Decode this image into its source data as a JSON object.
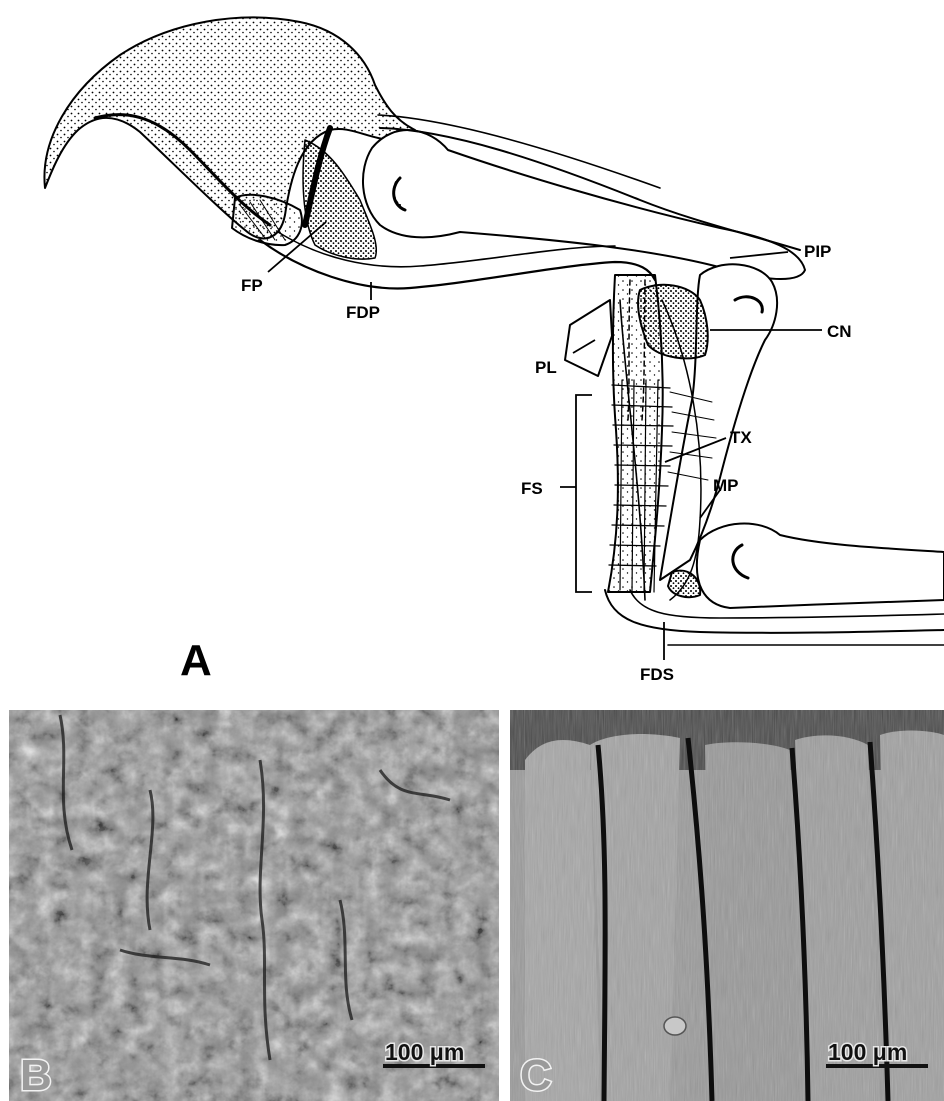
{
  "panel_a": {
    "letter": "A",
    "labels": {
      "fp": "FP",
      "fdp": "FDP",
      "pip": "PIP",
      "cn": "CN",
      "pl": "PL",
      "tx": "TX",
      "fs": "FS",
      "mp": "MP",
      "fds": "FDS"
    }
  },
  "panel_b": {
    "letter": "B",
    "scale_bar": "100 μm"
  },
  "panel_c": {
    "letter": "C",
    "scale_bar": "100 μm"
  },
  "colors": {
    "ink": "#000000",
    "paper": "#ffffff",
    "micrograph_gray": "#8e8e8e"
  }
}
